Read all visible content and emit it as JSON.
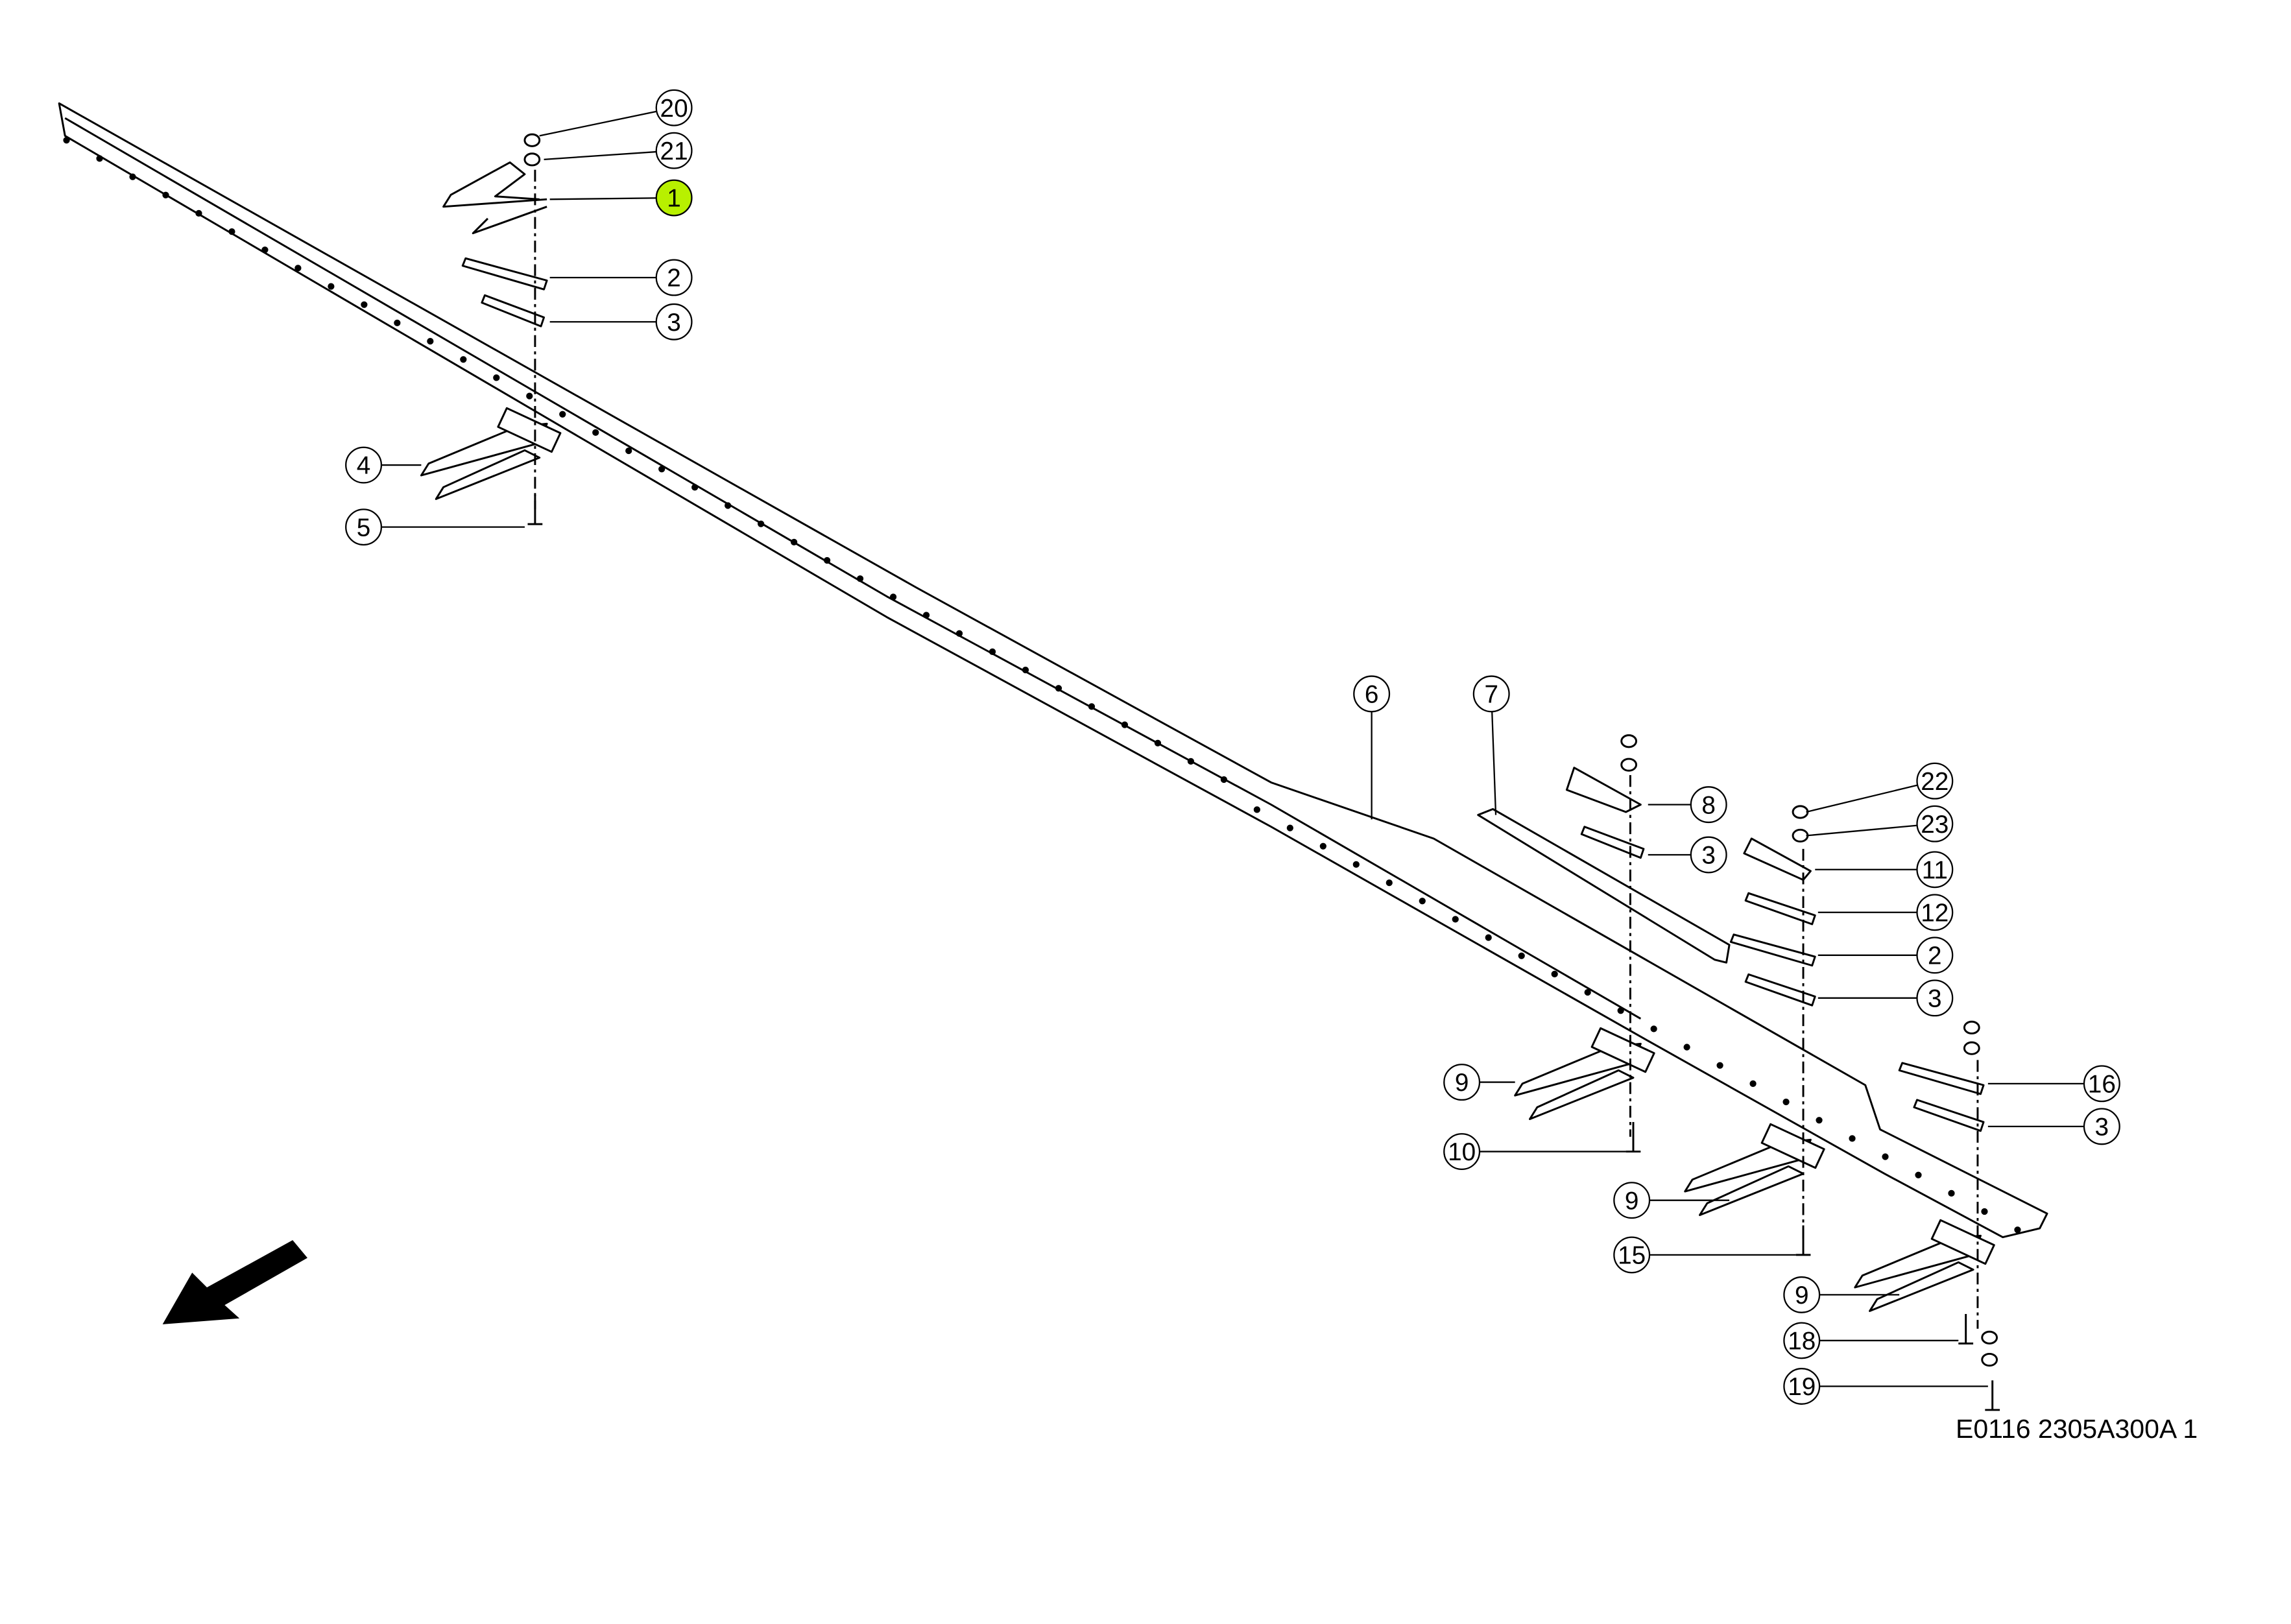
{
  "diagram": {
    "highlight_color": "#b8f000",
    "highlighted_part": "1",
    "callouts": [
      "20",
      "21",
      "1",
      "2",
      "3",
      "4",
      "5",
      "6",
      "7",
      "8",
      "3",
      "22",
      "23",
      "11",
      "12",
      "2",
      "3",
      "16",
      "3",
      "9",
      "10",
      "9",
      "15",
      "9",
      "18",
      "19"
    ],
    "caption": "E0116 2305A300A 1",
    "direction_arrow": "arrow-down-left-icon"
  }
}
